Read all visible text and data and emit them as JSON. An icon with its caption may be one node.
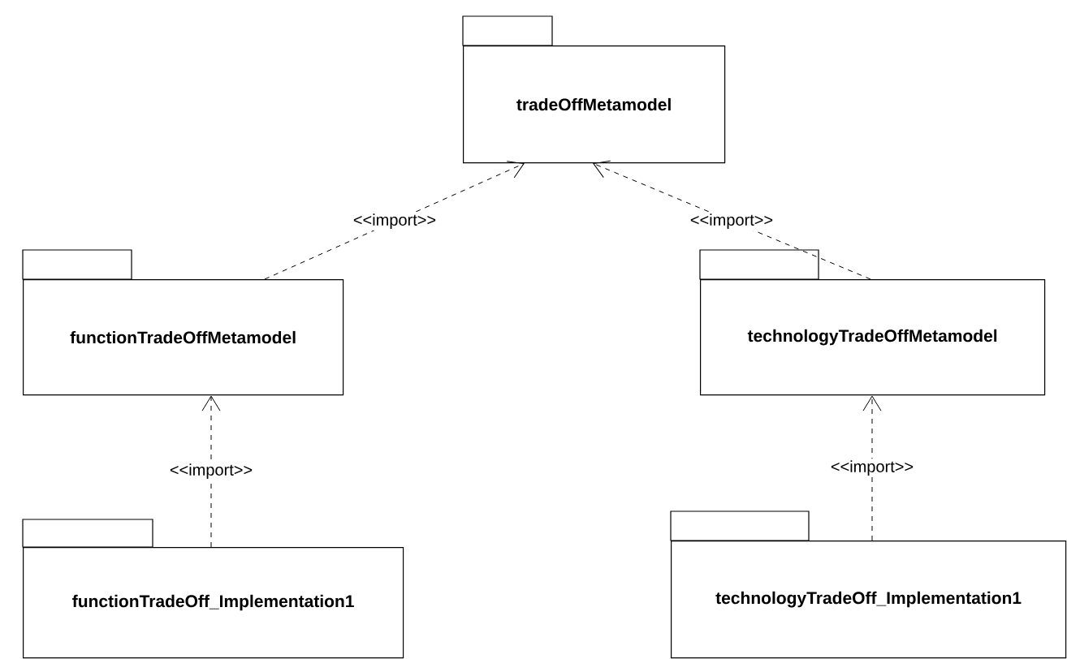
{
  "diagram": {
    "nodes": [
      {
        "text": [
          "tradeOffMetamodel"
        ]
      },
      {
        "text": [
          "functionTradeOffMetamodel"
        ]
      },
      {
        "text": [
          "technologyTradeOffMetamodel"
        ]
      },
      {
        "text": [
          "functionTradeOff_Implementation1"
        ]
      },
      {
        "text": [
          "technologyTradeOff_Implementation1"
        ]
      }
    ],
    "edges": [
      {
        "from": 1,
        "to": 0,
        "arrow": "to",
        "label": "<<import>>",
        "style": "dashed"
      },
      {
        "from": 2,
        "to": 0,
        "arrow": "to",
        "label": "<<import>>",
        "style": "dashed"
      },
      {
        "from": 3,
        "to": 1,
        "arrow": "to",
        "label": "<<import>>",
        "style": "dashed"
      },
      {
        "from": 4,
        "to": 2,
        "arrow": "to",
        "label": "<<import>>",
        "style": "dashed"
      }
    ]
  }
}
